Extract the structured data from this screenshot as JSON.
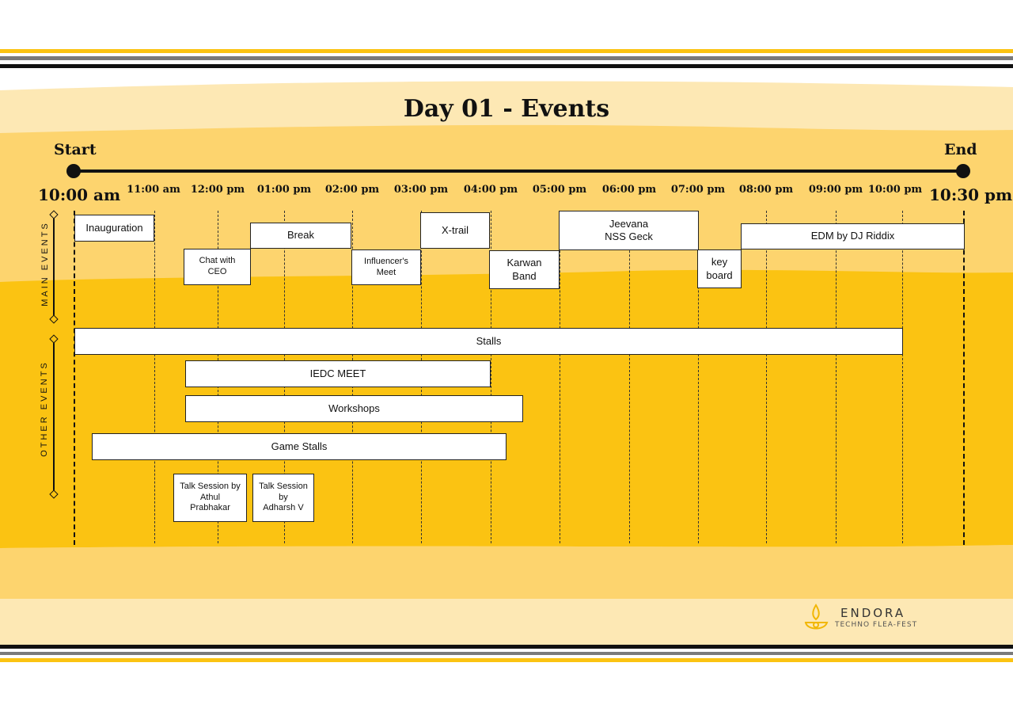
{
  "title": "Day 01 - Events",
  "start_label": "Start",
  "end_label": "End",
  "start_time": "10:00 am",
  "end_time": "10:30 pm",
  "ticks": [
    "11:00 am",
    "12:00 pm",
    "01:00 pm",
    "02:00 pm",
    "03:00 pm",
    "04:00 pm",
    "05:00 pm",
    "06:00 pm",
    "07:00 pm",
    "08:00 pm",
    "09:00 pm",
    "10:00 pm"
  ],
  "sections": {
    "main": "MAIN EVENTS",
    "other": "OTHER EVENTS"
  },
  "main_events": [
    {
      "label": "Inauguration"
    },
    {
      "label": "Break"
    },
    {
      "label": "Chat with\nCEO"
    },
    {
      "label": "Influencer's\nMeet"
    },
    {
      "label": "X-trail"
    },
    {
      "label": "Karwan\nBand"
    },
    {
      "label": "Jeevana\nNSS Geck"
    },
    {
      "label": "key\nboard"
    },
    {
      "label": "EDM by DJ Riddix"
    }
  ],
  "other_events": [
    {
      "label": "Stalls"
    },
    {
      "label": "IEDC MEET"
    },
    {
      "label": "Workshops"
    },
    {
      "label": "Game Stalls"
    },
    {
      "label": "Talk Session by\nAthul\nPrabhakar"
    },
    {
      "label": "Talk Session\nby\nAdharsh V"
    }
  ],
  "logo": {
    "name": "ENDORA",
    "tagline": "TECHNO FLEA-FEST"
  },
  "colors": {
    "accent": "#fbc312",
    "light": "#fde8b4",
    "mid": "#fdd46e",
    "dark": "#111111",
    "grey": "#777777"
  }
}
